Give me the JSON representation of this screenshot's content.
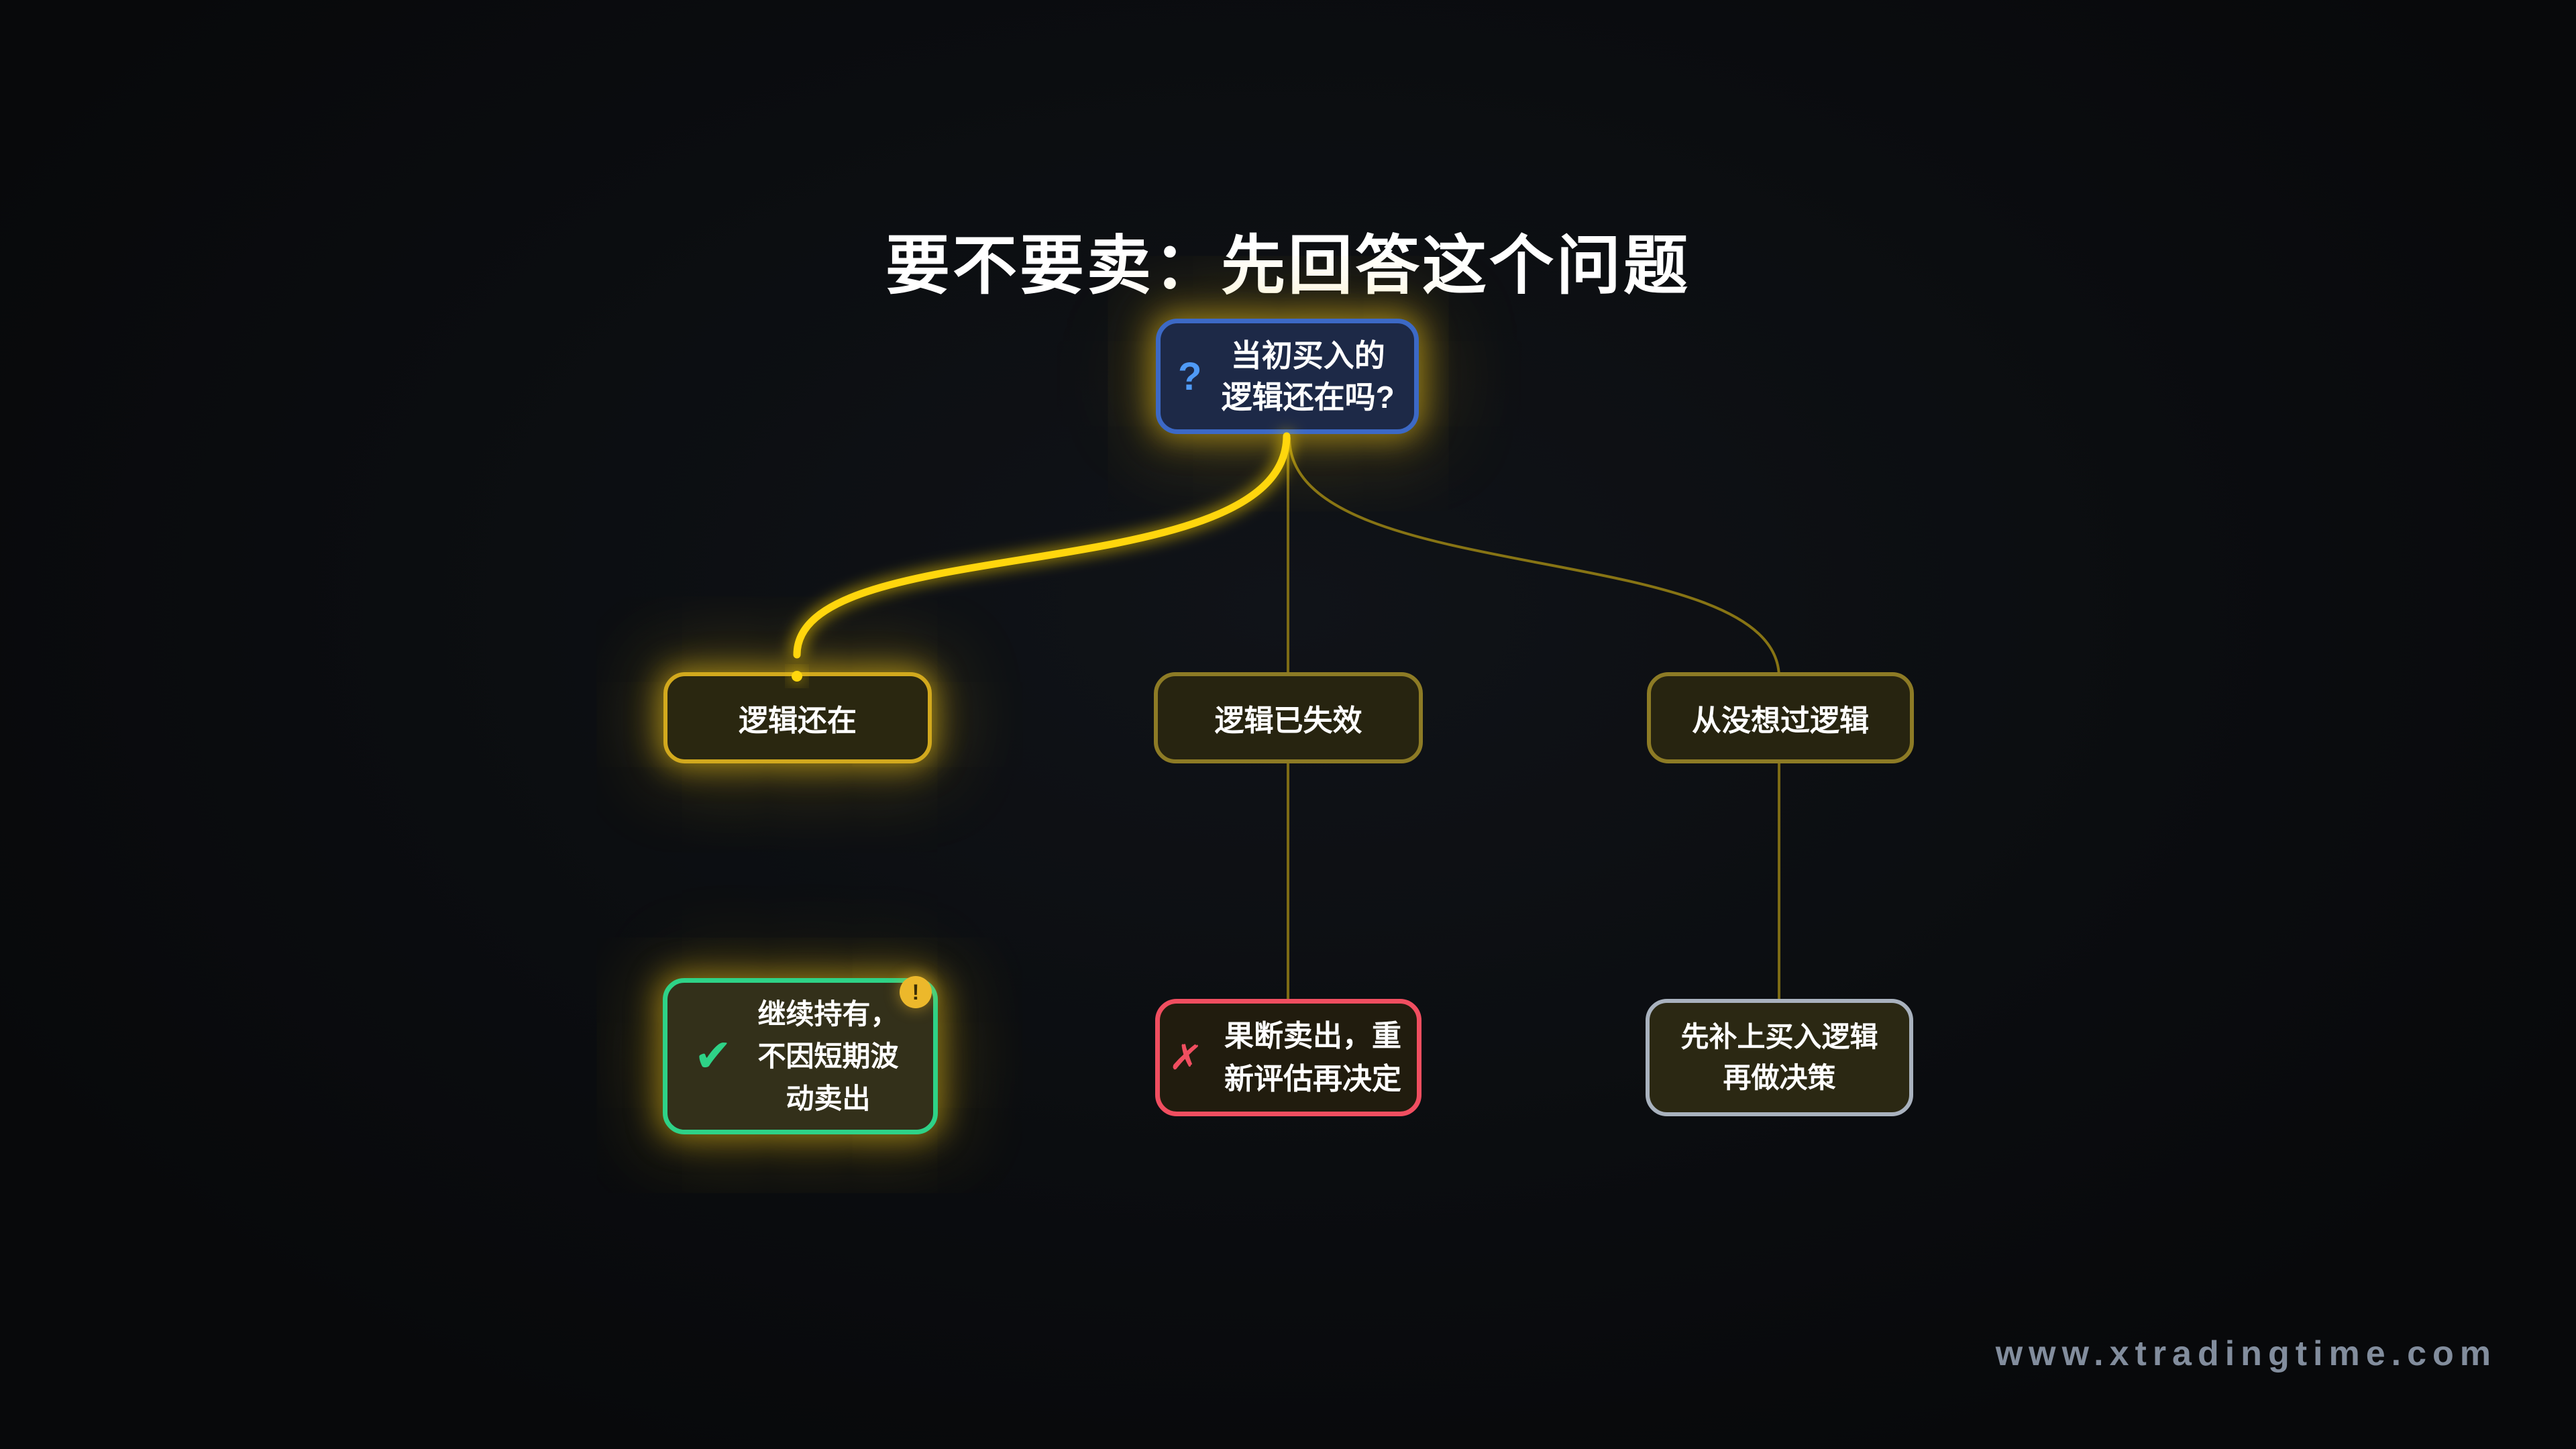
{
  "title": "要不要卖：先回答这个问题",
  "watermark": "www.xtradingtime.com",
  "root": {
    "icon": "question-mark",
    "icon_glyph": "?",
    "label": "当初买入的逻辑还在吗?"
  },
  "branches": [
    {
      "label": "逻辑还在",
      "state": "highlighted"
    },
    {
      "label": "逻辑已失效",
      "state": "dim"
    },
    {
      "label": "从没想过逻辑",
      "state": "dim"
    }
  ],
  "leaves": [
    {
      "icon": "check-mark",
      "icon_glyph": "✔",
      "label": "继续持有，不因短期波动卖出",
      "badge": "!"
    },
    {
      "icon": "cross-mark",
      "icon_glyph": "✗",
      "label": "果断卖出，重新评估再决定"
    },
    {
      "label": "先补上买入逻辑再做决策"
    }
  ],
  "colors": {
    "background": "#0b0d10",
    "highlight_yellow": "#ffd60a",
    "dim_connector": "#7d6b15",
    "root_border_blue": "#3c69c6",
    "question_blue": "#4f9af6",
    "hold_green": "#2ed287",
    "sell_red": "#f04e60",
    "think_silver": "#a9b2be",
    "badge_amber": "#ecb82b"
  }
}
